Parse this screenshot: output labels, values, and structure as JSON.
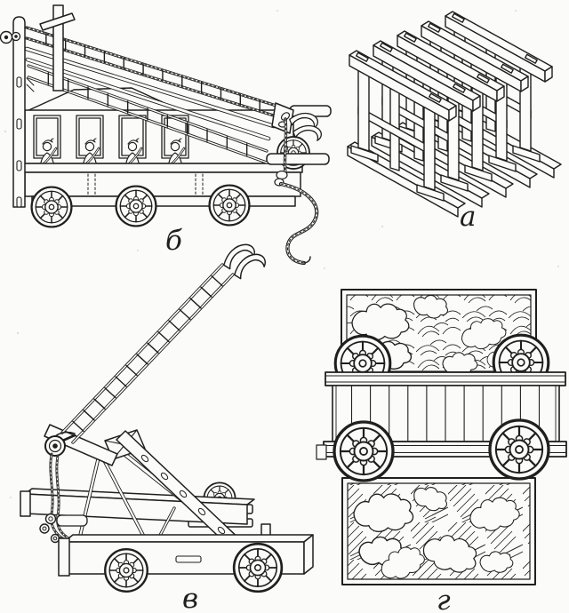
{
  "illustration": {
    "paper_color": "#fbfbf9",
    "ink_color": "#1f1f1f",
    "panels": [
      {
        "id": "a",
        "label": "а",
        "name": "stacked-wooden-trestle-frames"
      },
      {
        "id": "b",
        "label": "б",
        "name": "crewed-siege-wagon-with-scaling-ladders"
      },
      {
        "id": "v",
        "label": "в",
        "name": "wheeled-assault-ladder-with-hooks"
      },
      {
        "id": "g",
        "label": "г",
        "name": "plank-cart-pontoon-top-view"
      }
    ]
  }
}
